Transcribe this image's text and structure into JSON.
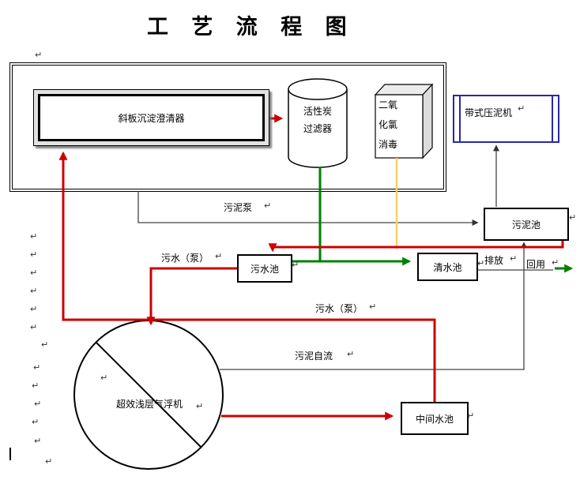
{
  "title": "工 艺 流 程 图",
  "nodes": {
    "clarifier": "斜板沉淀澄清器",
    "carbon_filter": [
      "活性炭",
      "过滤器"
    ],
    "disinfection": [
      "二氧",
      "化氯",
      "消毒"
    ],
    "belt_press": "带式压泥机",
    "sludge_pool": "污泥池",
    "sewage_pool": "污水池",
    "clean_pool": "清水池",
    "mid_pool": "中间水池",
    "flotation": "超效浅层气浮机"
  },
  "flow_labels": {
    "sludge_pump": "污泥泵",
    "sewage_pump_upper": "污水（泵）",
    "sewage_pump_lower": "污水（泵）",
    "sludge_gravity": "污泥自流",
    "discharge": "排放",
    "reuse": "回用"
  },
  "marks": {
    "pilcrow": "↵"
  },
  "colors": {
    "flow_red": "#cc0000",
    "flow_green": "#008000",
    "flow_orange": "#ffcc66",
    "line_gray": "#444444",
    "belt_press_blue": "#2929a3"
  }
}
